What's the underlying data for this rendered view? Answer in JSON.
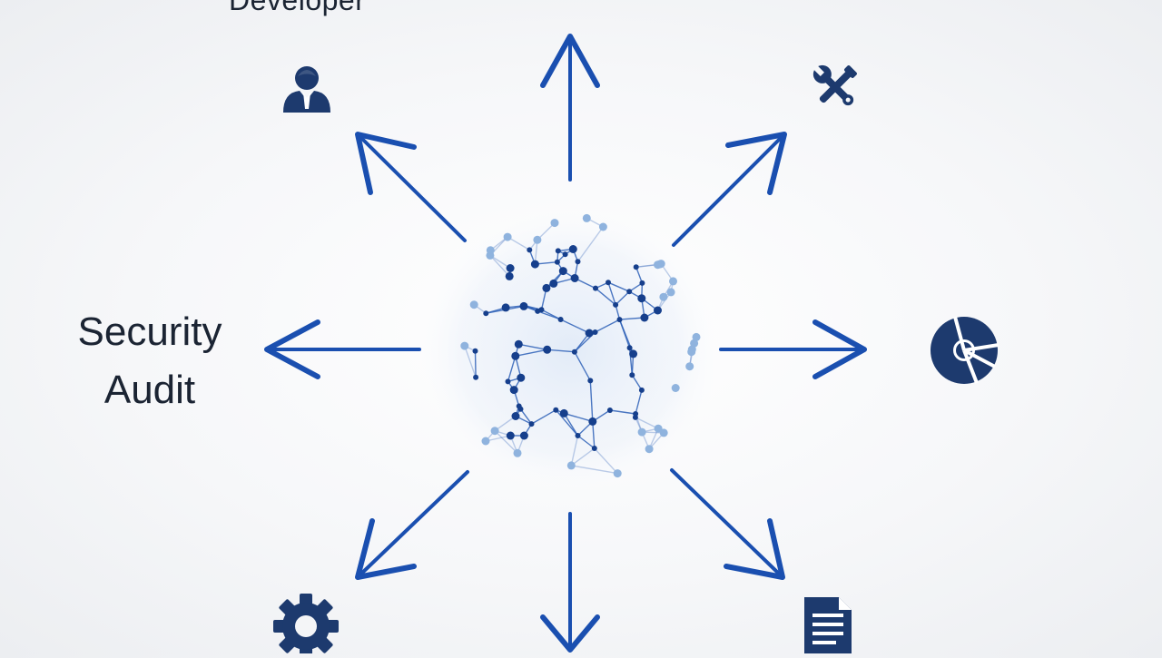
{
  "labels": {
    "top": "Developer",
    "left_line1": "Security",
    "left_line2": "Audit"
  },
  "colors": {
    "arrow": "#1a4fb0",
    "node_dark": "#163f8c",
    "node_light": "#8fb3de",
    "edge": "#2e61b8",
    "icon": "#1d3a6e"
  },
  "icons": {
    "top_left": "user-icon",
    "top_right": "tools-icon",
    "right": "pie-chart-icon",
    "bottom_left": "gear-icon",
    "bottom_right": "document-icon"
  }
}
